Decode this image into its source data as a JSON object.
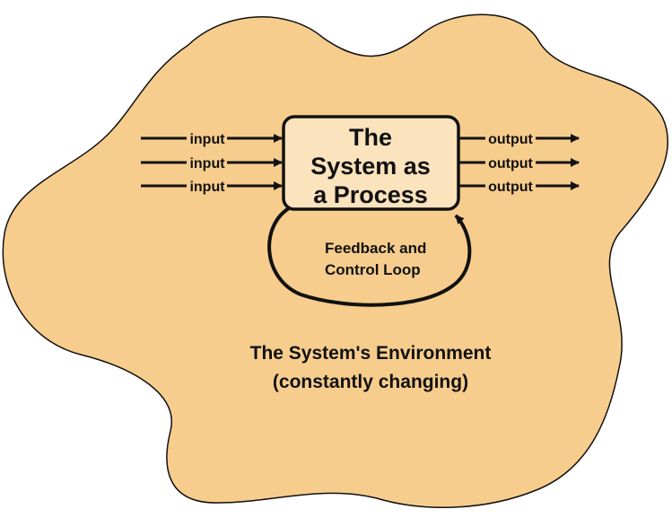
{
  "colors": {
    "environment_fill": "#f7cd8d",
    "process_fill": "#fbe3bd",
    "stroke": "#111111"
  },
  "process": {
    "line1": "The",
    "line2": "System as",
    "line3": "a Process"
  },
  "inputs": [
    "input",
    "input",
    "input"
  ],
  "outputs": [
    "output",
    "output",
    "output"
  ],
  "feedback": {
    "line1": "Feedback and",
    "line2": "Control Loop"
  },
  "environment": {
    "line1": "The System's Environment",
    "line2": "(constantly changing)"
  }
}
